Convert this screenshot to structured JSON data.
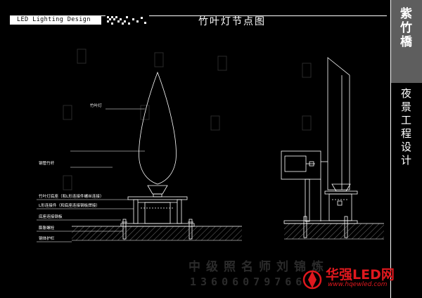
{
  "header": {
    "brand": "LED Lighting Design",
    "title": "竹叶灯节点图"
  },
  "sidebar": {
    "company": "紫竹橋",
    "subtitle_chars": [
      "夜",
      "景",
      "工",
      "程",
      "设",
      "计"
    ]
  },
  "labels": {
    "bamboo_lamp": "竹叶灯",
    "steel_pipe": "钢管竹杆",
    "base": "竹叶灯底座（和L形连接件螺丝连接）",
    "l_connector": "L形连接件（和底座连接钢板焊接）",
    "base_plate": "底座连接钢板",
    "anchor_bolt": "膨胀螺栓",
    "foundation": "钢体护栏"
  },
  "watermark": {
    "name": "中级照名师刘锦炼",
    "phone": "13606079766",
    "site_name": "华强LED网",
    "site_url": "www.hqewled.com"
  },
  "colors": {
    "background": "#000000",
    "line": "#ffffff",
    "sidebar_block": "#5e5e5e",
    "watermark_red": "#e0181e"
  }
}
